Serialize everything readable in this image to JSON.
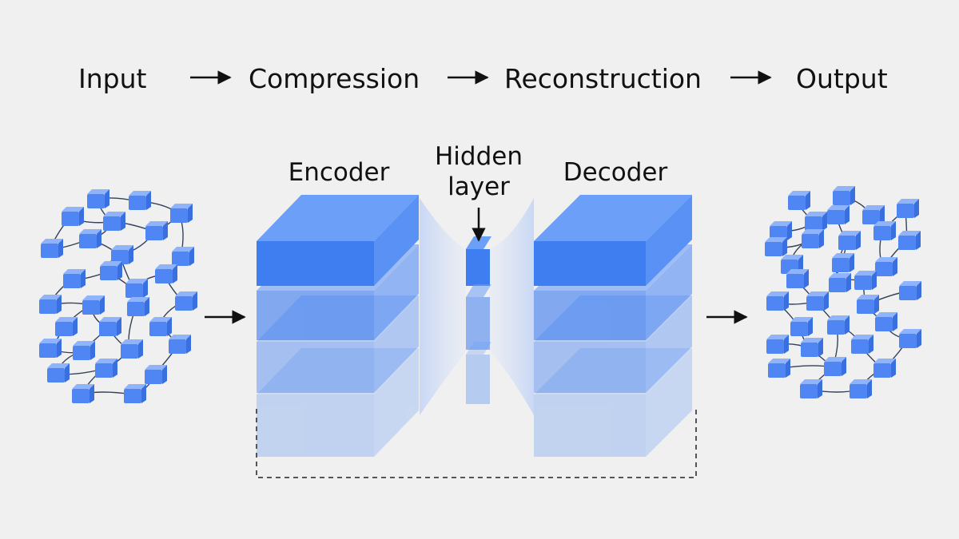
{
  "pipeline": {
    "stages": [
      "Input",
      "Compression",
      "Reconstruction",
      "Output"
    ]
  },
  "blocks": {
    "encoder_label": "Encoder",
    "hidden_label_line1": "Hidden",
    "hidden_label_line2": "layer",
    "decoder_label": "Decoder"
  },
  "colors": {
    "background": "#f0f0f0",
    "node_fill": "#4f86f3",
    "node_top": "#8fb4fb",
    "node_side": "#3a6fe0",
    "block_front": "#3f7ef0",
    "block_top": "#6c9ff7",
    "block_side": "#5a91f4",
    "text": "#111111",
    "edge": "#34425a"
  }
}
